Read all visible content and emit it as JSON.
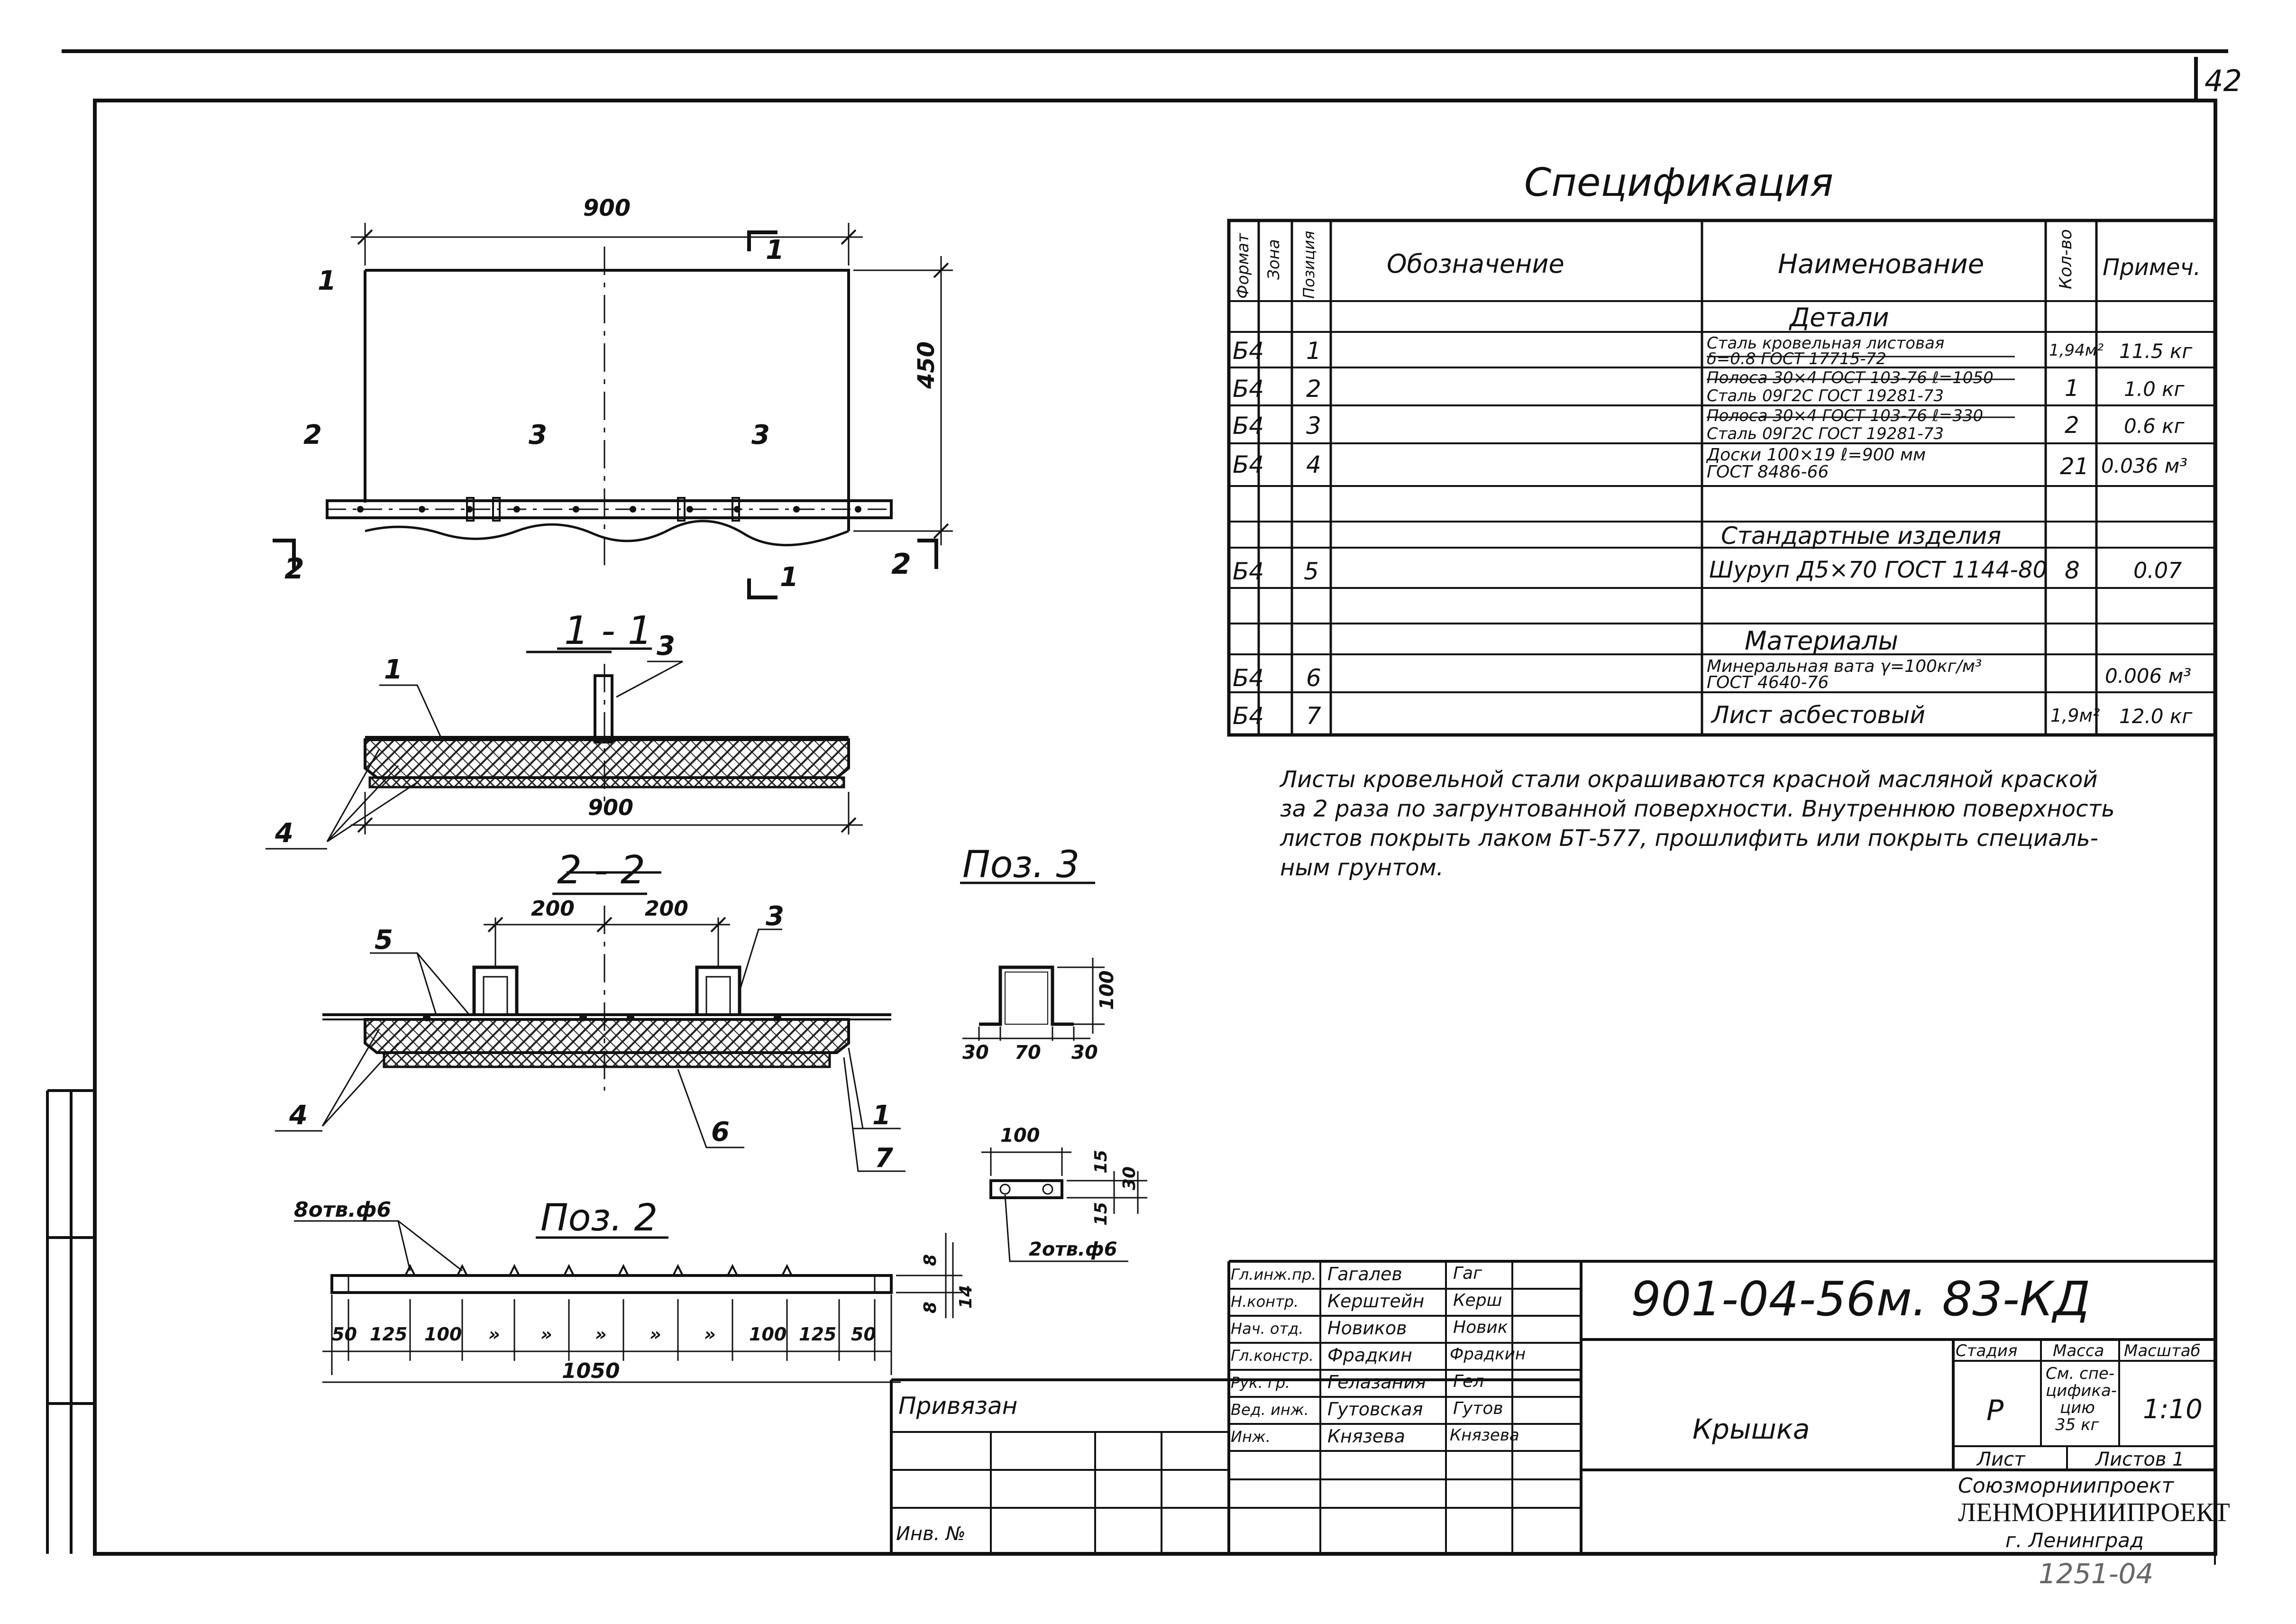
{
  "sheet_number": "42",
  "spec": {
    "title": "Спецификация",
    "headers": {
      "format": "Формат",
      "zone": "Зона",
      "position": "Позиция",
      "designation": "Обозначение",
      "name": "Наименование",
      "qty": "Кол-во",
      "note": "Примеч."
    },
    "sections": {
      "parts": "Детали",
      "standard": "Стандартные изделия",
      "materials": "Материалы"
    },
    "rows": [
      {
        "format": "Б4",
        "pos": "1",
        "name1": "Сталь кровельная листовая",
        "name2": "δ=0.8 ГОСТ 17715-72",
        "qty": "1,94м²",
        "note": "11.5 кг"
      },
      {
        "format": "Б4",
        "pos": "2",
        "name1": "Полоса 30×4 ГОСТ 103-76  ℓ=1050",
        "name2": "Сталь 09Г2С ГОСТ 19281-73",
        "qty": "1",
        "note": "1.0 кг"
      },
      {
        "format": "Б4",
        "pos": "3",
        "name1": "Полоса 30×4 ГОСТ 103-76  ℓ=330",
        "name2": "Сталь 09Г2С ГОСТ 19281-73",
        "qty": "2",
        "note": "0.6 кг"
      },
      {
        "format": "Б4",
        "pos": "4",
        "name1": "Доски 100×19  ℓ=900 мм",
        "name2": "ГОСТ 8486-66",
        "qty": "21",
        "note": "0.036 м³"
      },
      {
        "format": "Б4",
        "pos": "5",
        "name1": "Шуруп Д5×70 ГОСТ 1144-80",
        "name2": "",
        "qty": "8",
        "note": "0.07"
      },
      {
        "format": "Б4",
        "pos": "6",
        "name1": "Минеральная вата γ=100кг/м³",
        "name2": "ГОСТ 4640-76",
        "qty": "",
        "note": "0.006 м³"
      },
      {
        "format": "Б4",
        "pos": "7",
        "name1": "Лист асбестовый",
        "name2": "",
        "qty": "1,9м²",
        "note": "12.0 кг"
      }
    ]
  },
  "note_lines": [
    "Листы кровельной стали окрашиваются красной масляной краской",
    "за 2 раза по загрунтованной поверхности. Внутреннюю поверхность",
    "листов покрыть лаком БТ-577, прошлифить или покрыть специаль-",
    "ным грунтом."
  ],
  "plan": {
    "dim_width": "900",
    "dim_height": "450",
    "section_1": "1",
    "section_2": "2"
  },
  "section11": {
    "title": "1 - 1",
    "dim": "900"
  },
  "section22": {
    "title": "2 - 2",
    "dim_a": "200",
    "dim_b": "200"
  },
  "pos3": {
    "title": "Поз. 3",
    "d30a": "30",
    "d70": "70",
    "d30b": "30",
    "d100": "100",
    "d100h": "100",
    "d15a": "15",
    "d15b": "15",
    "d30": "30",
    "holes": "2отв.ф6"
  },
  "pos2": {
    "title": "Поз. 2",
    "holes": "8отв.ф6",
    "dims": [
      "50",
      "125",
      "100",
      "»",
      "»",
      "»",
      "»",
      "»",
      "100",
      "125",
      "50"
    ],
    "total": "1050",
    "h8a": "8",
    "h8b": "8",
    "h14": "14"
  },
  "leaders": [
    "1",
    "2",
    "3",
    "3",
    "1",
    "3",
    "4",
    "5",
    "3",
    "4",
    "6",
    "1",
    "7"
  ],
  "title_block": {
    "code": "901-04-56м. 83-КД",
    "object": "Крышка",
    "stage_h": "Стадия",
    "mass_h": "Масса",
    "scale_h": "Масштаб",
    "stage": "Р",
    "mass1": "См. спе-",
    "mass2": "цифика-",
    "mass3": "цию",
    "mass4": "35 кг",
    "scale": "1:10",
    "sheet_h": "Лист",
    "sheets_h": "Листов 1",
    "org1": "Союзморниипроект",
    "org2": "ЛЕНМОРНИИПРОЕКТ",
    "org3": "г. Ленинград",
    "bound": "Привязан",
    "inv": "Инв. №",
    "people": [
      {
        "role": "Гл.инж.пр.",
        "name": "Гагалев",
        "sign": "Гаг"
      },
      {
        "role": "Н.контр.",
        "name": "Керштейн",
        "sign": "Керш"
      },
      {
        "role": "Нач. отд.",
        "name": "Новиков",
        "sign": "Новик"
      },
      {
        "role": "Гл.констр.",
        "name": "Фрадкин",
        "sign": "Фрадкин"
      },
      {
        "role": "Рук. гр.",
        "name": "Гелазания",
        "sign": "Гел"
      },
      {
        "role": "Вед. инж.",
        "name": "Гутовская",
        "sign": "Гутов"
      },
      {
        "role": "Инж.",
        "name": "Князева",
        "sign": "Князева"
      }
    ]
  },
  "stamp_bottom": "1251-04"
}
